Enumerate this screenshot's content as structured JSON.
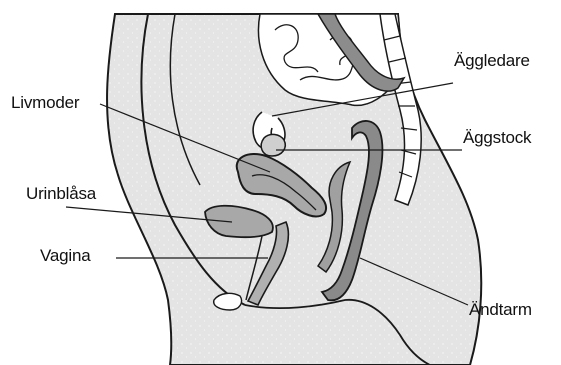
{
  "labels": {
    "aggledare": "Äggledare",
    "livmoder": "Livmoder",
    "aggstock": "Äggstock",
    "urinblasa": "Urinblåsa",
    "vagina": "Vagina",
    "andtarm": "Ändtarm"
  },
  "colors": {
    "tissue_fill": "#e3e3e3",
    "organ_fill": "#a9a9a9",
    "organ_dark": "#7a7a7a",
    "outline": "#1a1a1a",
    "background": "#ffffff"
  }
}
